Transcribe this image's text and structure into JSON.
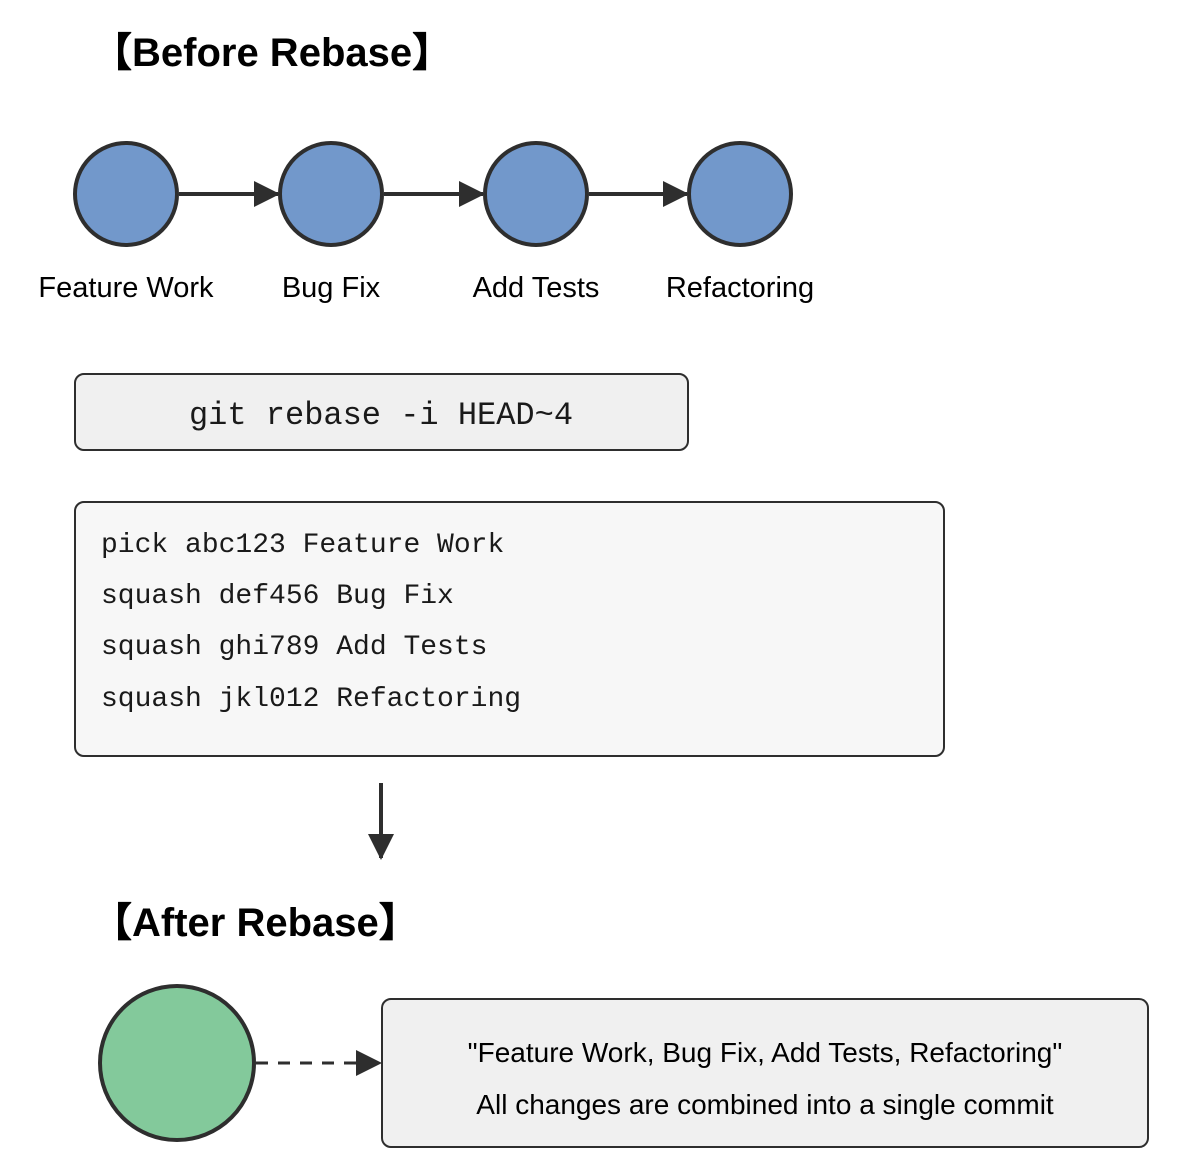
{
  "before_heading": "【Before Rebase】",
  "after_heading": "【After Rebase】",
  "commits": [
    {
      "label": "Feature Work"
    },
    {
      "label": "Bug Fix"
    },
    {
      "label": "Add Tests"
    },
    {
      "label": "Refactoring"
    }
  ],
  "command": "git rebase -i HEAD~4",
  "todo_lines": [
    "pick abc123 Feature Work",
    "squash def456 Bug Fix",
    "squash ghi789 Add Tests",
    "squash jkl012 Refactoring"
  ],
  "result": {
    "message": "\"Feature Work, Bug Fix, Add Tests, Refactoring\"",
    "description": "All changes are combined into a single commit"
  },
  "colors": {
    "commit_fill": "#7298cb",
    "squashed_commit_fill": "#83c99b",
    "outline": "#2e2e2e",
    "box_fill": "#f0f0f0",
    "editor_fill": "#f7f7f7"
  }
}
